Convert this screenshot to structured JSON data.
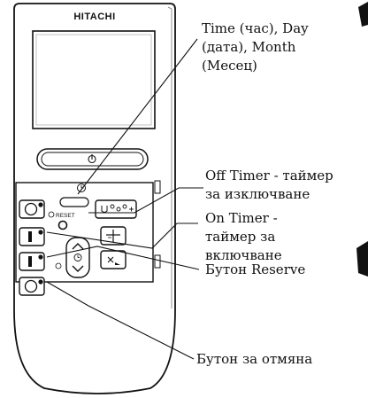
{
  "remote": {
    "brand": "HITACHI",
    "reset_label": "RESET"
  },
  "callouts": {
    "time_day_month": "Time (час), Day\n(дата), Month\n(Месец)",
    "off_timer": "Off Timer - таймер\nза изключване",
    "on_timer": "On Timer -\nтаймер за\nвключване",
    "reserve": "Бутон Reserve",
    "cancel": "Бутон за отмяна"
  },
  "icons": {
    "power": "power-icon",
    "clock": "clock-icon",
    "fan_speed": "fan-speed-icon",
    "louver": "louver-swing-icon",
    "sleep": "sleep-icon",
    "up": "chevron-up-icon",
    "down": "chevron-down-icon"
  }
}
